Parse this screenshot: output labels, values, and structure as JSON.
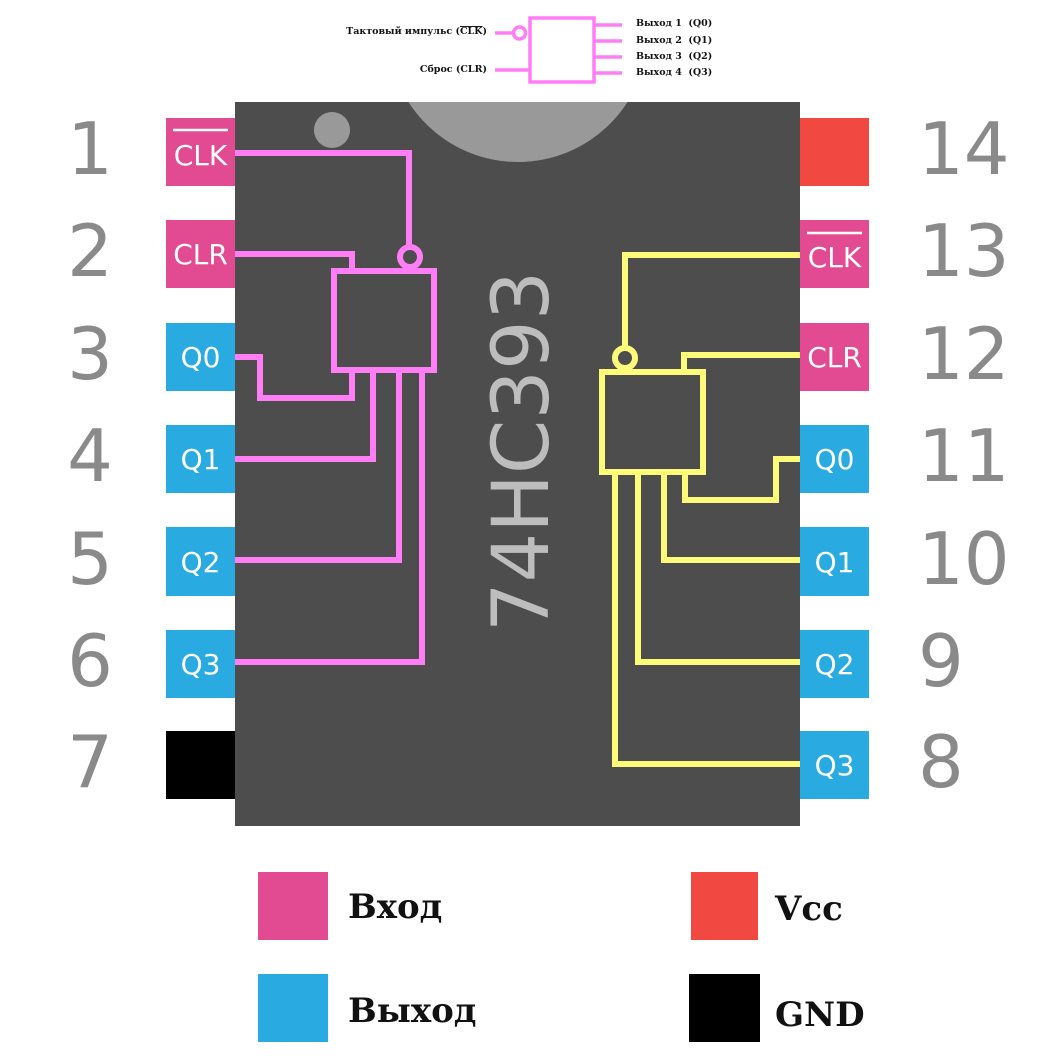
{
  "chip": {
    "label": "74HC393",
    "body_color": "#4d4d4d",
    "notch_color": "#999999"
  },
  "colors": {
    "input": "#e24a91",
    "output": "#29abe2",
    "vcc": "#f24842",
    "gnd": "#000000",
    "counter1_wire": "#ff7ef5",
    "counter2_wire": "#fffb7a",
    "pin_number": "#8a8a8a"
  },
  "schematic_legend": {
    "inputs": [
      {
        "label": "Тактовый импульс (CLK)",
        "label_prefix": "Тактовый импульс (",
        "label_signal": "CLK",
        "label_suffix": ")",
        "inverted": true
      },
      {
        "label": "Сброс (CLR)",
        "inverted": false
      }
    ],
    "outputs": [
      {
        "label": "Выход 1  (Q0)"
      },
      {
        "label": "Выход 2  (Q1)"
      },
      {
        "label": "Выход 3  (Q2)"
      },
      {
        "label": "Выход 4  (Q3)"
      }
    ]
  },
  "pins_left": [
    {
      "number": "1",
      "label": "CLK",
      "overline": true,
      "type": "input"
    },
    {
      "number": "2",
      "label": "CLR",
      "overline": false,
      "type": "input"
    },
    {
      "number": "3",
      "label": "Q0",
      "overline": false,
      "type": "output"
    },
    {
      "number": "4",
      "label": "Q1",
      "overline": false,
      "type": "output"
    },
    {
      "number": "5",
      "label": "Q2",
      "overline": false,
      "type": "output"
    },
    {
      "number": "6",
      "label": "Q3",
      "overline": false,
      "type": "output"
    },
    {
      "number": "7",
      "label": "",
      "overline": false,
      "type": "gnd"
    }
  ],
  "pins_right": [
    {
      "number": "14",
      "label": "",
      "overline": false,
      "type": "vcc"
    },
    {
      "number": "13",
      "label": "CLK",
      "overline": true,
      "type": "input"
    },
    {
      "number": "12",
      "label": "CLR",
      "overline": false,
      "type": "input"
    },
    {
      "number": "11",
      "label": "Q0",
      "overline": false,
      "type": "output"
    },
    {
      "number": "10",
      "label": "Q1",
      "overline": false,
      "type": "output"
    },
    {
      "number": "9",
      "label": "Q2",
      "overline": false,
      "type": "output"
    },
    {
      "number": "8",
      "label": "Q3",
      "overline": false,
      "type": "output"
    }
  ],
  "legend": [
    {
      "label": "Вход",
      "type": "input"
    },
    {
      "label": "Vcc",
      "type": "vcc"
    },
    {
      "label": "Выход",
      "type": "output"
    },
    {
      "label": "GND",
      "type": "gnd"
    }
  ]
}
